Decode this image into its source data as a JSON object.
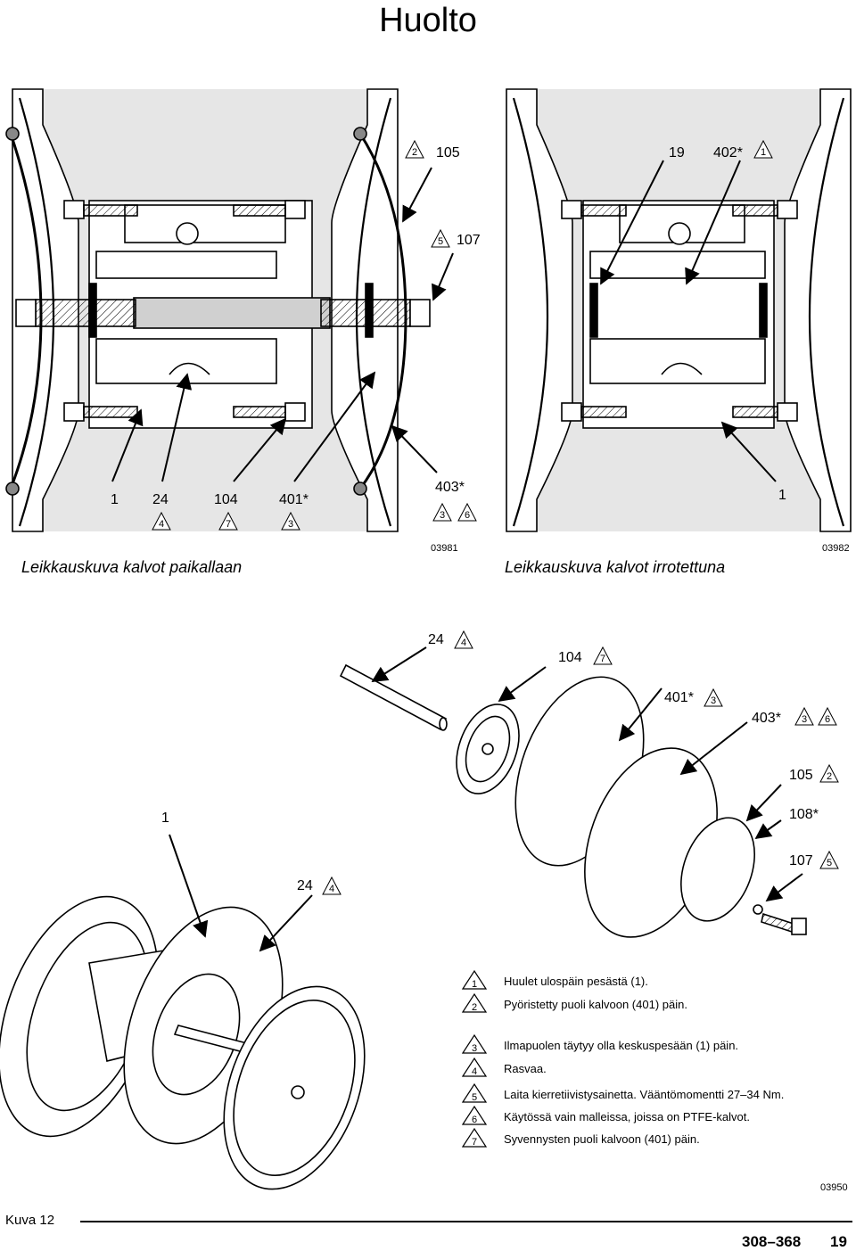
{
  "title": "Huolto",
  "section_left": {
    "caption": "Leikkauskuva kalvot paikallaan",
    "figure_number": "03981",
    "callouts": {
      "c105": "105",
      "c105_note": "2",
      "c107": "107",
      "c107_note": "5",
      "c1": "1",
      "c24": "24",
      "c24_note": "4",
      "c104": "104",
      "c104_note": "7",
      "c401": "401*",
      "c401_note": "3",
      "c403": "403*",
      "c403_note_a": "3",
      "c403_note_b": "6"
    }
  },
  "section_right": {
    "caption": "Leikkauskuva kalvot irrotettuna",
    "figure_number": "03982",
    "callouts": {
      "c19": "19",
      "c402": "402*",
      "c402_note": "1",
      "c1": "1"
    }
  },
  "exploded": {
    "figure_number": "03950",
    "callouts": {
      "c24_top": "24",
      "c24_top_note": "4",
      "c104": "104",
      "c104_note": "7",
      "c401": "401*",
      "c401_note": "3",
      "c403": "403*",
      "c403_note_a": "3",
      "c403_note_b": "6",
      "c105": "105",
      "c105_note": "2",
      "c1": "1",
      "c108": "108*",
      "c107": "107",
      "c107_note": "5",
      "c24_left": "24",
      "c24_left_note": "4"
    }
  },
  "notes": [
    {
      "num": "1",
      "text": "Huulet ulospäin pesästä (1)."
    },
    {
      "num": "2",
      "text": "Pyöristetty puoli kalvoon (401) päin."
    },
    {
      "num": "3",
      "text": "Ilmapuolen täytyy olla keskuspesään (1) päin."
    },
    {
      "num": "4",
      "text": "Rasvaa."
    },
    {
      "num": "5",
      "text": "Laita kierretiivistysainetta. Vääntömomentti 27–34 Nm."
    },
    {
      "num": "6",
      "text": "Käytössä vain malleissa, joissa on PTFE-kalvot."
    },
    {
      "num": "7",
      "text": "Syvennysten puoli kalvoon (401) päin."
    }
  ],
  "footer": {
    "figure_label": "Kuva 12",
    "doc_number": "308–368",
    "page_number": "19"
  }
}
